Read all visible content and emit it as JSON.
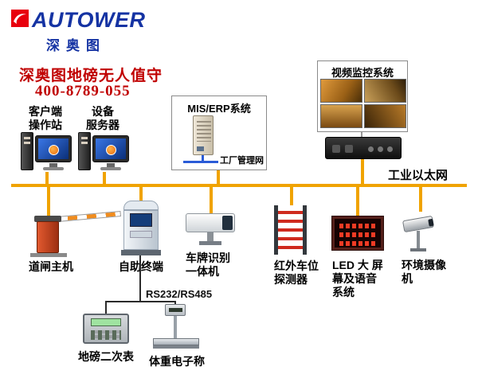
{
  "logo": {
    "brand": "AUTOWER",
    "brand_cn": "深奥图"
  },
  "intro": {
    "title": "深奥图地磅无人值守",
    "phone": "400-8789-055"
  },
  "stations": {
    "client": {
      "line1": "客户端",
      "line2": "操作站"
    },
    "server": {
      "line1": "设备",
      "line2": "服务器"
    }
  },
  "mis": {
    "title": "MIS/ERP系统",
    "network": "工厂管理网"
  },
  "video": {
    "title": "视频监控系统"
  },
  "bus": {
    "label": "工业以太网"
  },
  "devices": {
    "barrier": {
      "label": "道闸主机"
    },
    "kiosk": {
      "label": "自助终端"
    },
    "lpr": {
      "line1": "车牌识别",
      "line2": "一体机"
    },
    "infrared": {
      "line1": "红外车位",
      "line2": "探测器"
    },
    "led": {
      "line1": "LED 大 屏",
      "line2": "幕及语音",
      "line3": "系统"
    },
    "envcam": {
      "line1": "环境摄像",
      "line2": "机"
    }
  },
  "serial": {
    "label": "RS232/RS485"
  },
  "weighing": {
    "meter": {
      "label": "地磅二次表"
    },
    "scale": {
      "label": "体重电子称"
    }
  },
  "colors": {
    "bus_line": "#F0A300",
    "accent_red": "#CC0000",
    "brand_blue": "#1533A3",
    "logo_red": "#E8000D",
    "network_blue": "#2A5BD7"
  }
}
